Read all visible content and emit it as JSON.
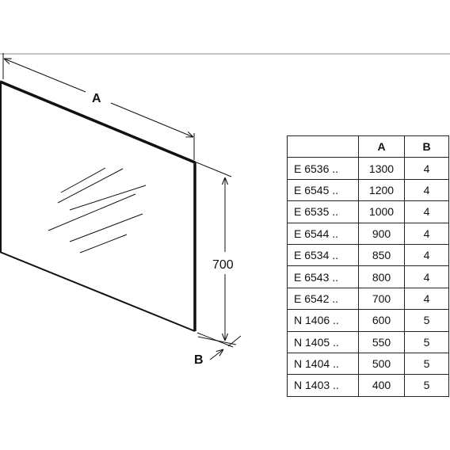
{
  "diagram": {
    "labels": {
      "width_dim": "A",
      "height_dim": "700",
      "depth_dim": "B"
    }
  },
  "table": {
    "headers": [
      "",
      "A",
      "B"
    ],
    "rows": [
      {
        "code": "E 6536 ..",
        "a": "1300",
        "b": "4"
      },
      {
        "code": "E 6545 ..",
        "a": "1200",
        "b": "4"
      },
      {
        "code": "E 6535 ..",
        "a": "1000",
        "b": "4"
      },
      {
        "code": "E 6544 ..",
        "a": "900",
        "b": "4"
      },
      {
        "code": "E 6534 ..",
        "a": "850",
        "b": "4"
      },
      {
        "code": "E 6543 ..",
        "a": "800",
        "b": "4"
      },
      {
        "code": "E 6542 ..",
        "a": "700",
        "b": "4"
      },
      {
        "code": "N 1406 ..",
        "a": "600",
        "b": "5"
      },
      {
        "code": "N 1405 ..",
        "a": "550",
        "b": "5"
      },
      {
        "code": "N 1404 ..",
        "a": "500",
        "b": "5"
      },
      {
        "code": "N 1403 ..",
        "a": "400",
        "b": "5"
      }
    ]
  }
}
